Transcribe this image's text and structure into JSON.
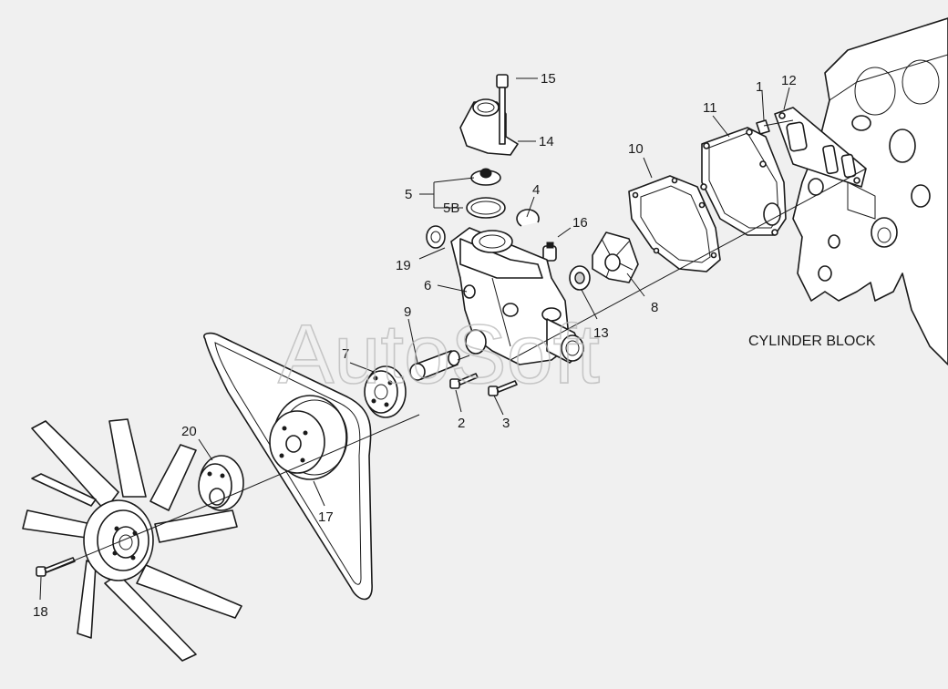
{
  "diagram": {
    "watermark": "AutoSoft",
    "block_label": "CYLINDER BLOCK",
    "callouts": {
      "c1": "1",
      "c2": "2",
      "c3": "3",
      "c4": "4",
      "c5": "5",
      "c5b": "5B",
      "c6": "6",
      "c7": "7",
      "c8": "8",
      "c9": "9",
      "c10": "10",
      "c11": "11",
      "c12": "12",
      "c13": "13",
      "c14": "14",
      "c15": "15",
      "c16": "16",
      "c17": "17",
      "c18": "18",
      "c19": "19",
      "c20": "20"
    },
    "colors": {
      "ink": "#1a1a1a",
      "paper": "#f0f0f0",
      "fill": "#ffffff"
    }
  }
}
